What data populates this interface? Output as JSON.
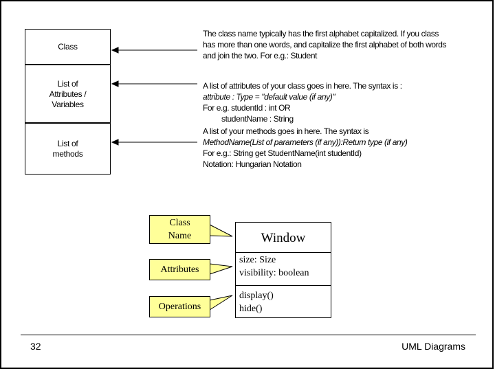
{
  "top_diagram": {
    "class_box": [
      "Class",
      "List of Attributes / Variables",
      "List of methods"
    ],
    "descriptions": {
      "class": "The class name typically has the first alphabet capitalized. If you class has more than one words, and capitalize the first alphabet of both words and join the two. For e.g.: Student",
      "attributes_intro": "A list of attributes of your class goes in here. The syntax is :",
      "attributes_syntax": "attribute : Type = \"default value (if any)\"",
      "attributes_example1": "For e.g. studentId : int OR",
      "attributes_example2": "studentName : String",
      "methods_intro": "A list of your methods goes in here. The syntax is",
      "methods_syntax": "MethodName(List of parameters (if any)):Return type (if any)",
      "methods_example": "For e.g.: String get StudentName(int studentId)",
      "methods_notation": "Notation: Hungarian Notation"
    }
  },
  "bottom_diagram": {
    "callouts": [
      "Class Name",
      "Attributes",
      "Operations"
    ],
    "class_name": "Window",
    "attributes": [
      "size: Size",
      "visibility: boolean"
    ],
    "operations": [
      "display()",
      "hide()"
    ],
    "callout_color": "#ffff99"
  },
  "footer": {
    "page_number": "32",
    "title": "UML Diagrams"
  }
}
